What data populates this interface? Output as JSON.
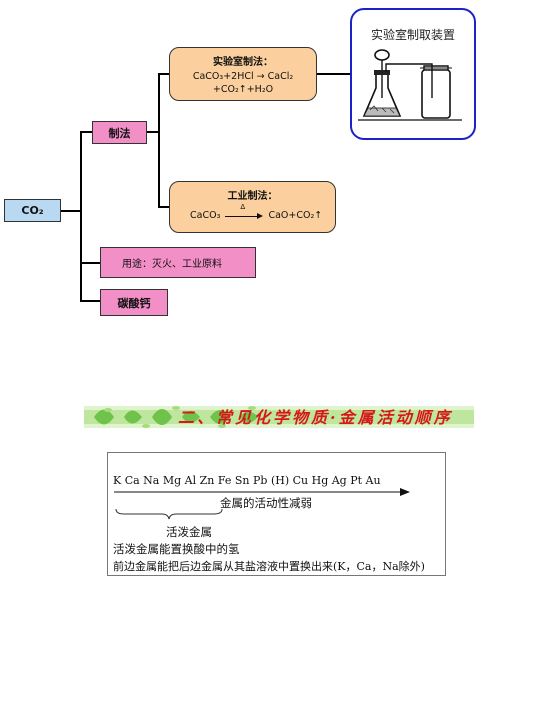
{
  "mindmap": {
    "root": "CO₂",
    "method_label": "制法",
    "lab": {
      "title": "实验室制法：",
      "line1": "CaCO₃+2HCl → CaCl₂",
      "line2": "+CO₂↑+H₂O"
    },
    "industrial": {
      "title": "工业制法：",
      "lhs": "CaCO₃",
      "condition": "Δ",
      "rhs": "CaO+CO₂↑"
    },
    "uses": "用途：灭火、工业原料",
    "calcium": "碳酸钙",
    "apparatus_title": "实验室制取装置"
  },
  "section": {
    "title": "二、常见化学物质·金属活动顺序"
  },
  "activity": {
    "series": "K  Ca  Na  Mg  Al  Zn  Fe  Sn  Pb  (H)  Cu  Hg  Ag  Pt  Au",
    "arrow_label": "金属的活动性减弱",
    "brace_label": "活泼金属",
    "rule1": "活泼金属能置换酸中的氢",
    "rule2": "前边金属能把后边金属从其盐溶液中置换出来(K，Ca，Na除外)"
  },
  "colors": {
    "root_fill": "#b9d9f2",
    "pink_fill": "#f28fc7",
    "orange_fill": "#fbd09e",
    "apparatus_border": "#1d22c8",
    "banner_title": "#d81818",
    "banner_green": "#8fd36a"
  }
}
